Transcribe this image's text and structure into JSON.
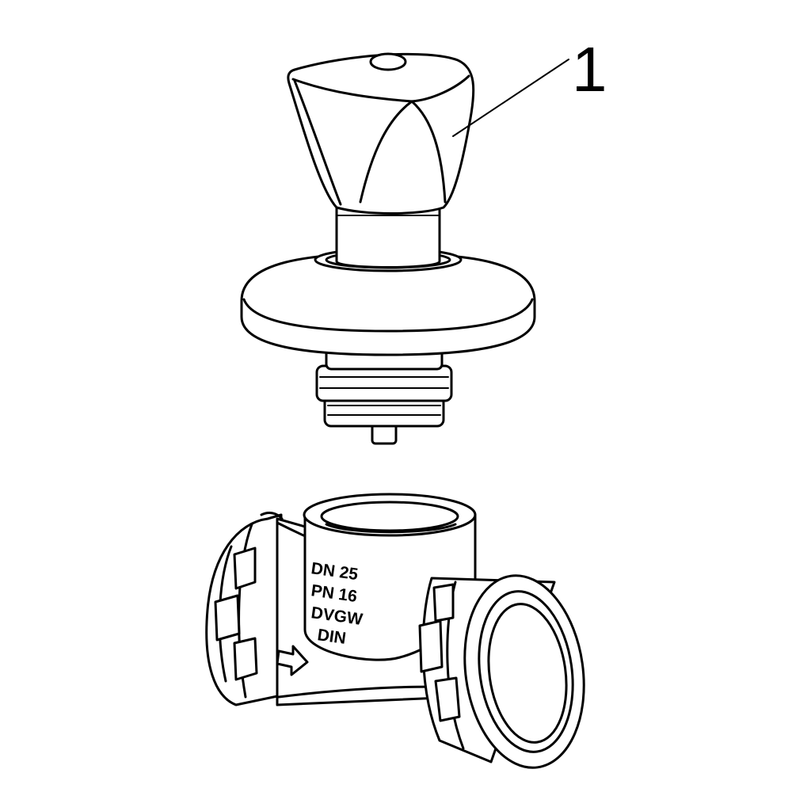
{
  "callout": {
    "number": "1"
  },
  "body_markings": {
    "line1": "DN 25",
    "line2": "PN 16",
    "line3": "DVGW",
    "line4": "DIN"
  }
}
